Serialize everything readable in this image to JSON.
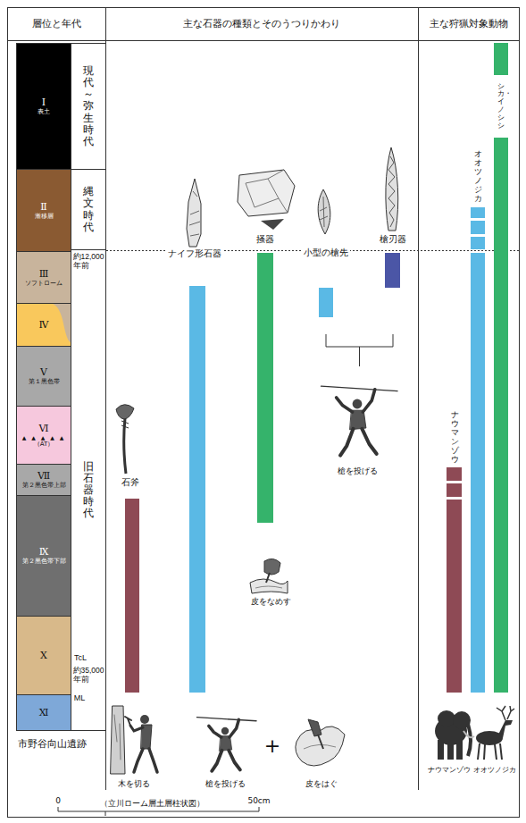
{
  "diagram": {
    "nodes": [
      {
        "text": [
          "層位と年代"
        ]
      },
      {
        "text": [
          "主な石器の種類とそのうつりかわり"
        ]
      },
      {
        "text": [
          "主な狩猟対象動物"
        ]
      },
      {
        "text": [
          "Ⅰ",
          "表土"
        ]
      },
      {
        "text": [
          "Ⅱ",
          "漸移層"
        ]
      },
      {
        "text": [
          "Ⅲ",
          "ソフトローム"
        ]
      },
      {
        "text": [
          "Ⅳ"
        ]
      },
      {
        "text": [
          "Ⅴ",
          "第１黒色帯"
        ]
      },
      {
        "text": [
          "Ⅵ",
          "▲ ▲ ▲ ▲ ▲",
          "（AT）"
        ]
      },
      {
        "text": [
          "Ⅶ",
          "第２黒色帯上部"
        ]
      },
      {
        "text": [
          "Ⅸ",
          "第２黒色帯下部"
        ]
      },
      {
        "text": [
          "Ⅹ"
        ]
      },
      {
        "text": [
          "Ⅺ"
        ]
      },
      {
        "text": [
          "現代～弥生時代"
        ]
      },
      {
        "text": [
          "縄文時代"
        ]
      },
      {
        "text": [
          "旧石器時代"
        ]
      }
    ],
    "labels": [
      "約12,000年前",
      "TcL",
      "約35,000年前",
      "ML",
      "市野谷向山遺跡",
      "0",
      "（立川ローム層土層柱状図）",
      "50cm",
      "ナイフ形石器",
      "掻器",
      "小型の槍先",
      "槍刃器",
      "石斧",
      "槍を投げる",
      "皮をなめす",
      "木を切る",
      "槍を投げる",
      "+",
      "皮をはぐ",
      "シカ・イノシシ",
      "オオツノジカ",
      "ナウマンゾウ",
      "ナウマンゾウ",
      "オオツノジカ"
    ]
  }
}
